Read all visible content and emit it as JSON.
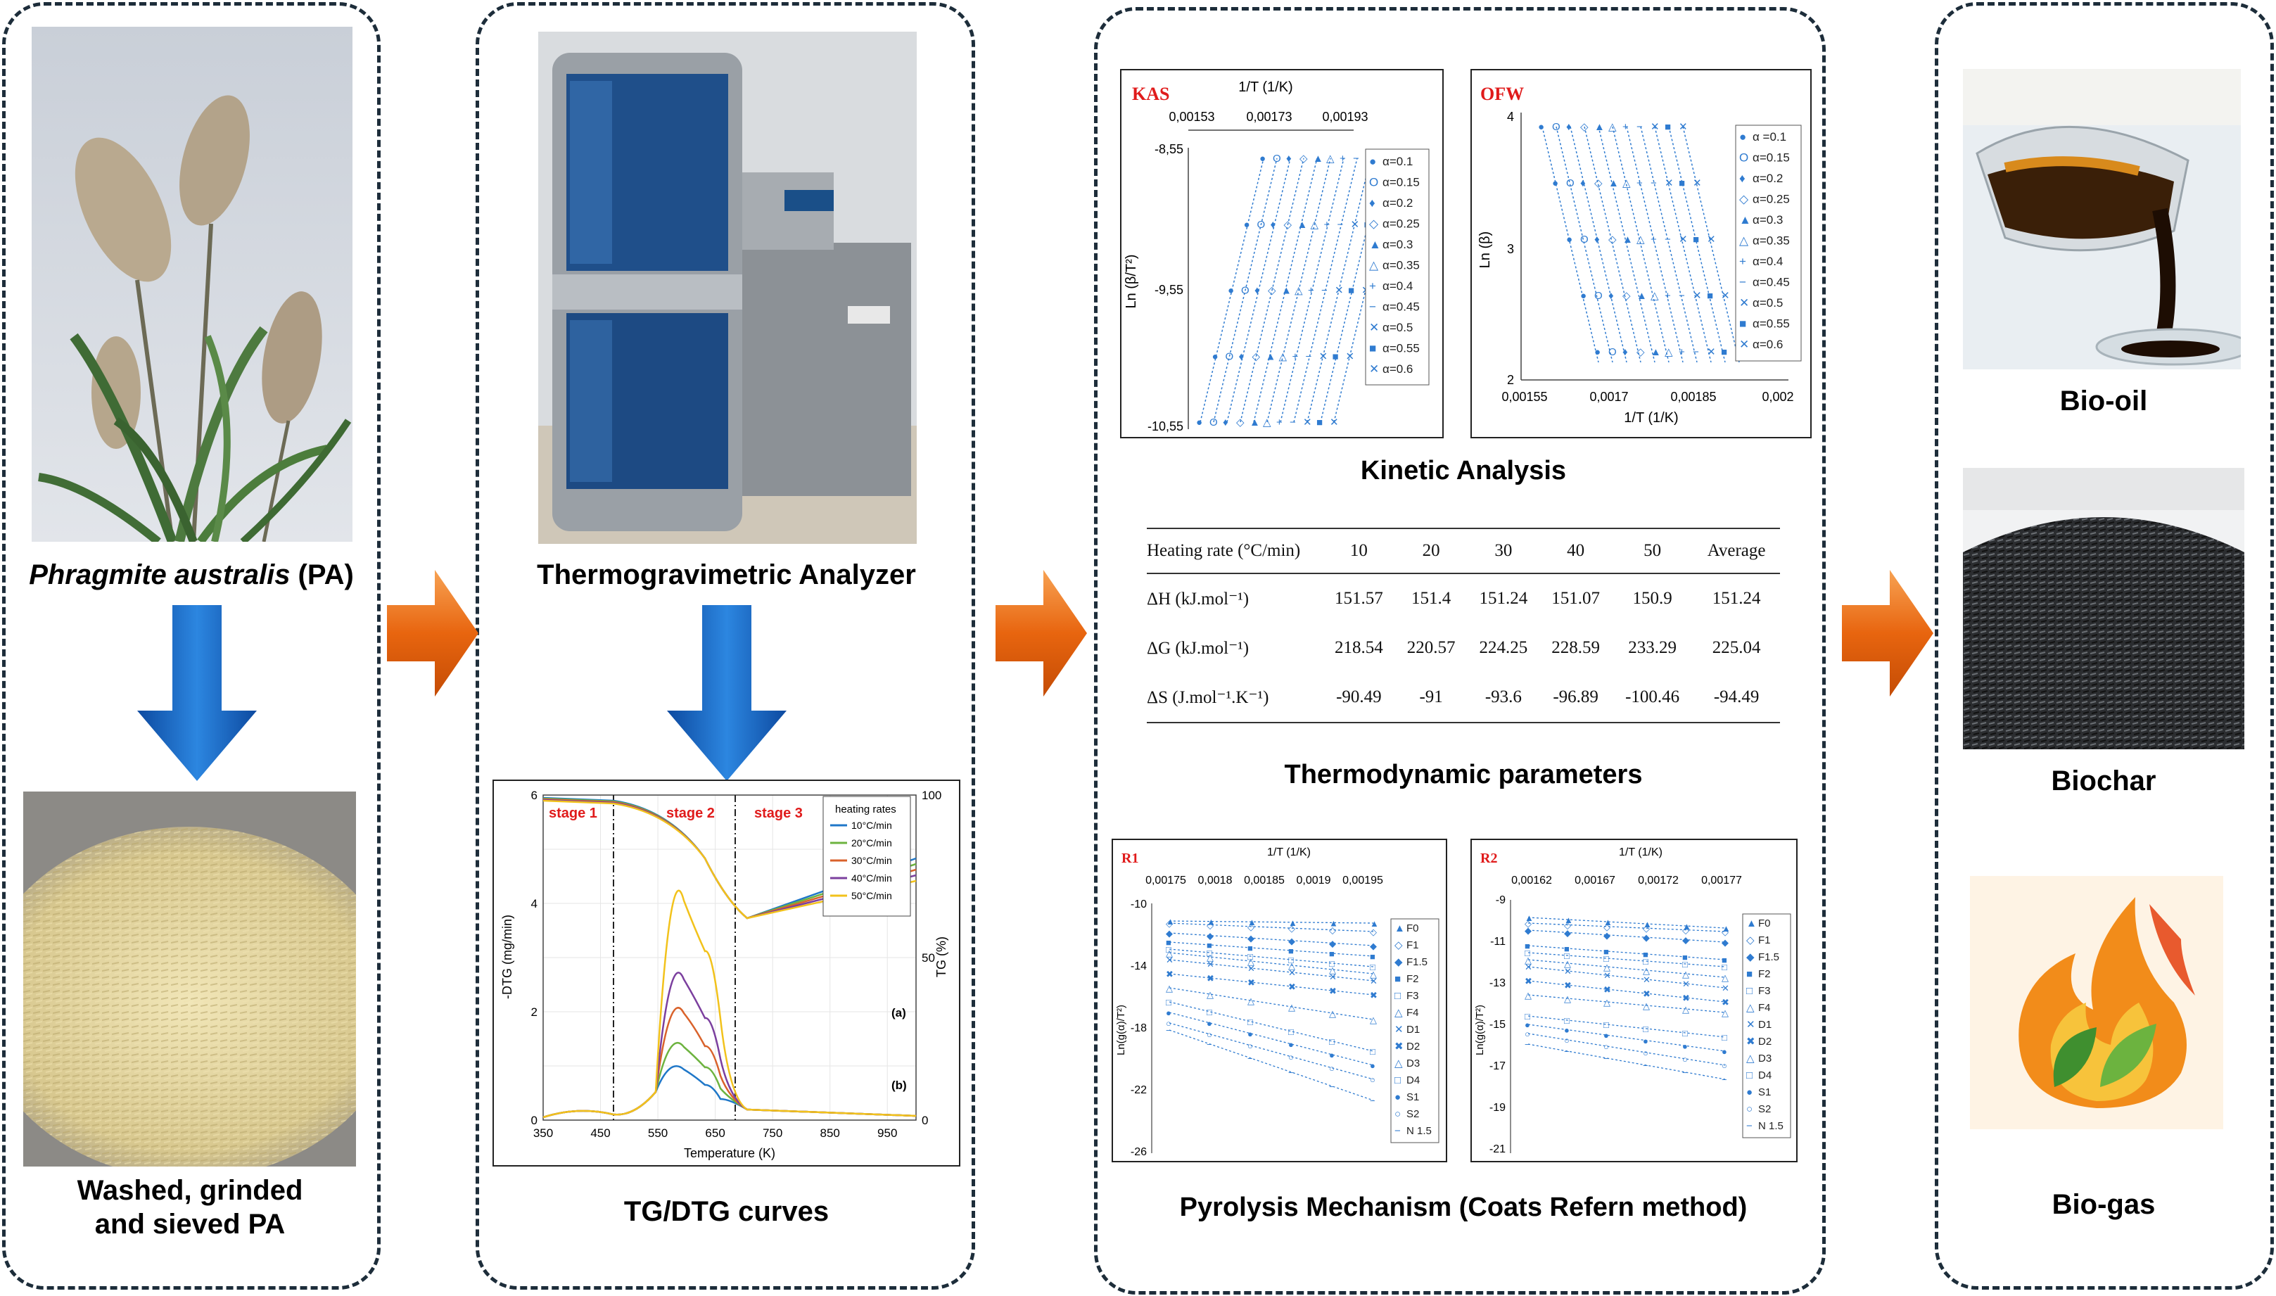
{
  "colors": {
    "blue_arrow": "#1a66c8",
    "orange_arrow": "#f07a20",
    "panel_border": "#1d2d3a",
    "chart_blue": "#2f7bd0",
    "stage_red": "#e01b1b"
  },
  "panel1": {
    "label_italic": "Phragmite australis",
    "label_rest": " (PA)",
    "washed_line1": "Washed, grinded",
    "washed_line2": "and sieved PA"
  },
  "panel2": {
    "analyzer_label": "Thermogravimetric Analyzer",
    "tg_label": "TG/DTG curves"
  },
  "panel3": {
    "kinetic_label": "Kinetic Analysis",
    "thermo_label": "Thermodynamic parameters",
    "pyro_label": "Pyrolysis Mechanism (Coats Refern method)"
  },
  "panel4": {
    "biooil": "Bio-oil",
    "biochar": "Biochar",
    "biogas": "Bio-gas"
  },
  "kas": {
    "title": "KAS",
    "top_axis": "1/T (1/K)",
    "top_ticks": [
      "0,00153",
      "0,00173",
      "0,00193"
    ],
    "y_ticks": [
      "-8,55",
      "-9,55",
      "-10,55"
    ],
    "ylabel": "Ln (β/T²)",
    "legend": [
      "α=0.1",
      "α=0.15",
      "α=0.2",
      "α=0.25",
      "α=0.3",
      "α=0.35",
      "α=0.4",
      "α=0.45",
      "α=0.5",
      "α=0.55",
      "α=0.6"
    ],
    "legend_markers": [
      "●",
      "O",
      "♦",
      "◇",
      "▲",
      "△",
      "+",
      "−",
      "✕",
      "■",
      "✕"
    ]
  },
  "ofw": {
    "title": "OFW",
    "x_ticks": [
      "0,00155",
      "0,0017",
      "0,00185",
      "0,002"
    ],
    "y_ticks": [
      "4",
      "3",
      "2"
    ],
    "xlabel": "1/T (1/K)",
    "ylabel": "Ln (β)",
    "legend": [
      "α =0.1",
      "α=0.15",
      "α=0.2",
      "α=0.25",
      "α=0.3",
      "α=0.35",
      "α=0.4",
      "α=0.45",
      "α=0.5",
      "α=0.55",
      "α=0.6"
    ],
    "legend_markers": [
      "●",
      "O",
      "♦",
      "◇",
      "▲",
      "△",
      "+",
      "−",
      "✕",
      "■",
      "✕"
    ]
  },
  "thermo_table": {
    "header": [
      "Heating rate (°C/min)",
      "10",
      "20",
      "30",
      "40",
      "50",
      "Average"
    ],
    "rows": [
      {
        "label": "ΔH (kJ.mol⁻¹)",
        "values": [
          "151.57",
          "151.4",
          "151.24",
          "151.07",
          "150.9",
          "151.24"
        ]
      },
      {
        "label": "ΔG (kJ.mol⁻¹)",
        "values": [
          "218.54",
          "220.57",
          "224.25",
          "228.59",
          "233.29",
          "225.04"
        ]
      },
      {
        "label": "ΔS (J.mol⁻¹.K⁻¹)",
        "values": [
          "-90.49",
          "-91",
          "-93.6",
          "-96.89",
          "-100.46",
          "-94.49"
        ]
      }
    ]
  },
  "tg_chart": {
    "stages": [
      "stage 1",
      "stage 2",
      "stage 3"
    ],
    "xlabel": "Temperature (K)",
    "ylabel_left": "-DTG (mg/min)",
    "ylabel_right": "TG (%)",
    "x_ticks": [
      "350",
      "450",
      "550",
      "650",
      "750",
      "850",
      "950"
    ],
    "y_left_ticks": [
      "6",
      "4",
      "2",
      "0"
    ],
    "y_right_ticks": [
      "100",
      "50",
      "0"
    ],
    "legend_title": "heating rates",
    "legend": [
      "10°C/min",
      "20°C/min",
      "30°C/min",
      "40°C/min",
      "50°C/min"
    ],
    "series_colors": [
      "#1f77c8",
      "#6db33f",
      "#d9622b",
      "#7b3f9e",
      "#f2c21b"
    ],
    "tag_a": "(a)",
    "tag_b": "(b)"
  },
  "r1": {
    "title": "R1",
    "top_axis": "1/T (1/K)",
    "top_ticks": [
      "0,00175",
      "0,0018",
      "0,00185",
      "0,0019",
      "0,00195"
    ],
    "y_ticks": [
      "-10",
      "-14",
      "-18",
      "-22",
      "-26"
    ],
    "ylabel": "Ln(g(α)/T²)",
    "legend": [
      "F0",
      "F1",
      "F1.5",
      "F2",
      "F3",
      "F4",
      "D1",
      "D2",
      "D3",
      "D4",
      "S1",
      "S2",
      "N 1.5"
    ],
    "legend_markers": [
      "▲",
      "◇",
      "◆",
      "■",
      "□",
      "△",
      "✕",
      "✖",
      "△",
      "□",
      "●",
      "○",
      "−"
    ]
  },
  "r2": {
    "title": "R2",
    "top_axis": "1/T (1/K)",
    "top_ticks": [
      "0,00162",
      "0,00167",
      "0,00172",
      "0,00177"
    ],
    "y_ticks": [
      "-9",
      "-11",
      "-13",
      "-15",
      "-17",
      "-19",
      "-21"
    ],
    "ylabel": "Ln(g(α)/T²)",
    "legend": [
      "F0",
      "F1",
      "F1.5",
      "F2",
      "F3",
      "F4",
      "D1",
      "D2",
      "D3",
      "D4",
      "S1",
      "S2",
      "N 1.5"
    ],
    "legend_markers": [
      "▲",
      "◇",
      "◆",
      "■",
      "□",
      "△",
      "✕",
      "✖",
      "△",
      "□",
      "●",
      "○",
      "−"
    ]
  }
}
